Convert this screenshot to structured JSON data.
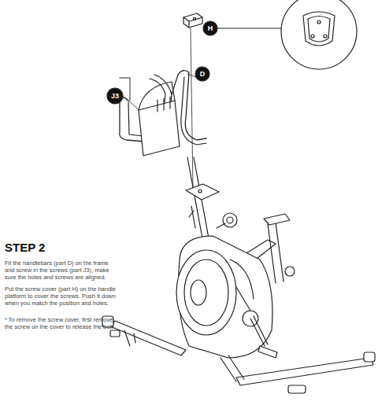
{
  "diagram": {
    "title": "STEP 2",
    "labels": [
      "H",
      "D",
      "J3",
      "Fit the handlebars (part D) on the frame and screw in the screws (part J3), make sure the holes and screws are aligned.",
      "Put the screw cover (part H) on the handle platform to cover the screws. Push it down when you match the position and holes.",
      "* To remove the screw cover, first remove the screw on the cover to release the bolt."
    ]
  }
}
